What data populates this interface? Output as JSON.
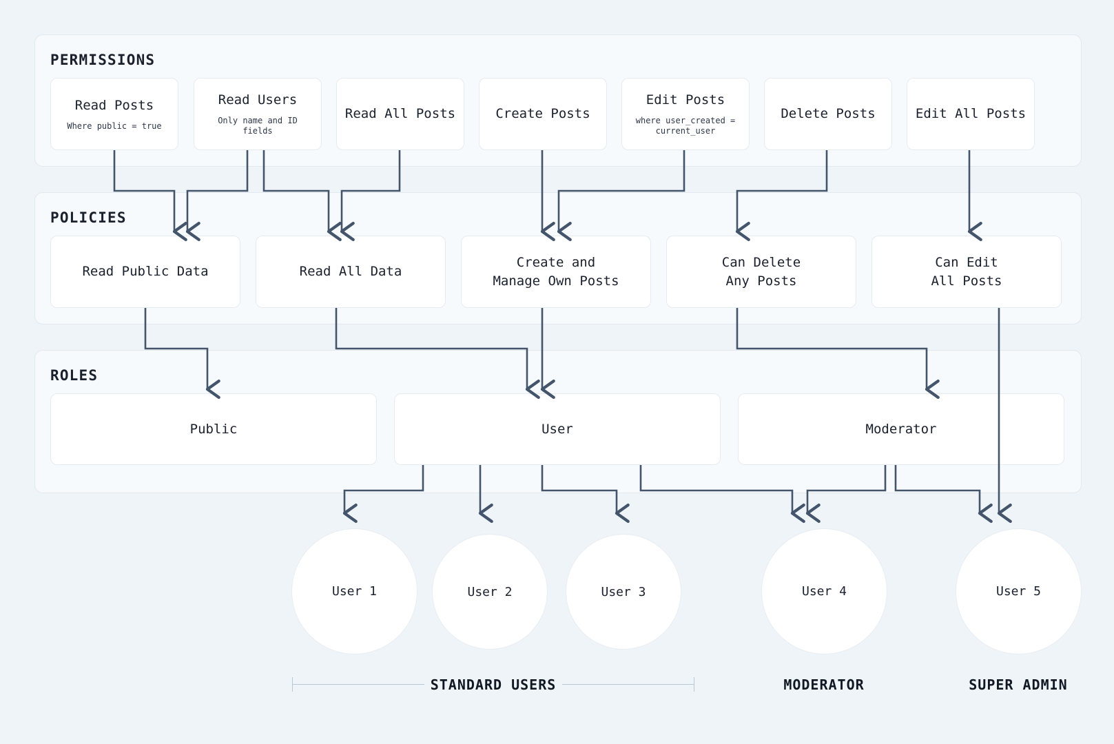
{
  "background": "#eff4f8",
  "connector_color": "#44546a",
  "sections": {
    "permissions": {
      "title": "PERMISSIONS"
    },
    "policies": {
      "title": "POLICIES"
    },
    "roles": {
      "title": "ROLES"
    }
  },
  "permissions": [
    {
      "title": "Read Posts",
      "sub": "Where public = true"
    },
    {
      "title": "Read Users",
      "sub": "Only name and ID fields"
    },
    {
      "title": "Read All Posts",
      "sub": ""
    },
    {
      "title": "Create Posts",
      "sub": ""
    },
    {
      "title": "Edit Posts",
      "sub": "where user_created =\ncurrent_user"
    },
    {
      "title": "Delete Posts",
      "sub": ""
    },
    {
      "title": "Edit All Posts",
      "sub": ""
    }
  ],
  "policies": [
    {
      "title": "Read Public Data"
    },
    {
      "title": "Read All Data"
    },
    {
      "title": "Create and\nManage Own Posts"
    },
    {
      "title": "Can Delete\nAny Posts"
    },
    {
      "title": "Can Edit\nAll Posts"
    }
  ],
  "roles": [
    {
      "title": "Public"
    },
    {
      "title": "User"
    },
    {
      "title": "Moderator"
    }
  ],
  "users": [
    {
      "label": "User 1"
    },
    {
      "label": "User 2"
    },
    {
      "label": "User 3"
    },
    {
      "label": "User 4"
    },
    {
      "label": "User 5"
    }
  ],
  "group_labels": [
    {
      "label": "STANDARD USERS"
    },
    {
      "label": "MODERATOR"
    },
    {
      "label": "SUPER ADMIN"
    }
  ]
}
